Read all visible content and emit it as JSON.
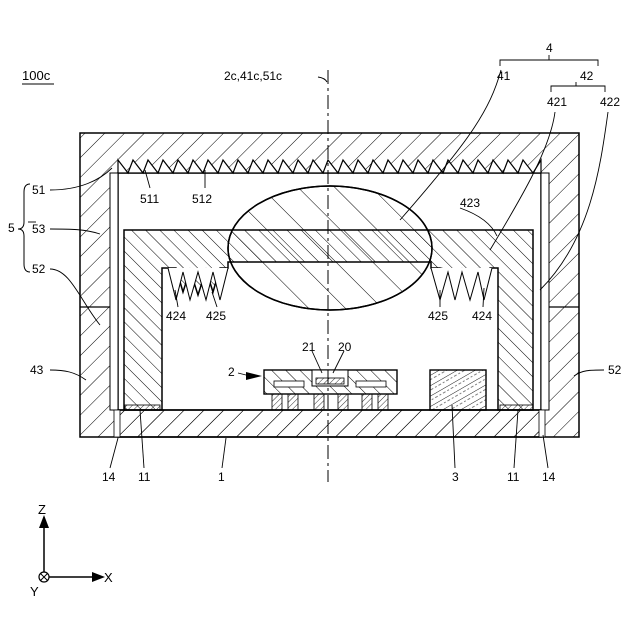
{
  "figure_id": "100c",
  "axis_caption": "2c,41c,51c",
  "labels": {
    "n4": "4",
    "n41": "41",
    "n42": "42",
    "n421": "421",
    "n422": "422",
    "n5": "5",
    "n51": "51",
    "n53": "53",
    "n52_left": "52",
    "n52_right": "52",
    "n43": "43",
    "n511": "511",
    "n512": "512",
    "n423": "423",
    "n424_left": "424",
    "n425_left": "425",
    "n425_right": "425",
    "n424_right": "424",
    "n21": "21",
    "n20": "20",
    "n2": "2",
    "n14_left": "14",
    "n11_left": "11",
    "n1": "1",
    "n3": "3",
    "n11_right": "11",
    "n14_right": "14"
  },
  "axes": {
    "z": "Z",
    "x": "X",
    "y": "Y"
  }
}
